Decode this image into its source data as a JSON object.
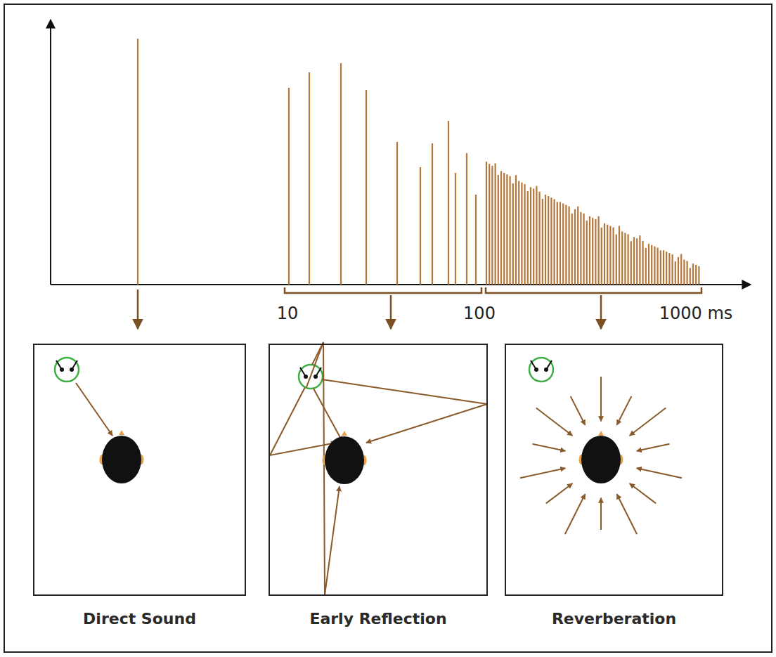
{
  "diagram": {
    "nodes": [
      {
        "text": [
          "Direct Sound"
        ]
      },
      {
        "text": [
          "Early Reflection"
        ]
      },
      {
        "text": [
          "Reverberation"
        ]
      }
    ],
    "labels": [
      "10",
      "100",
      "1000 ms"
    ]
  }
}
